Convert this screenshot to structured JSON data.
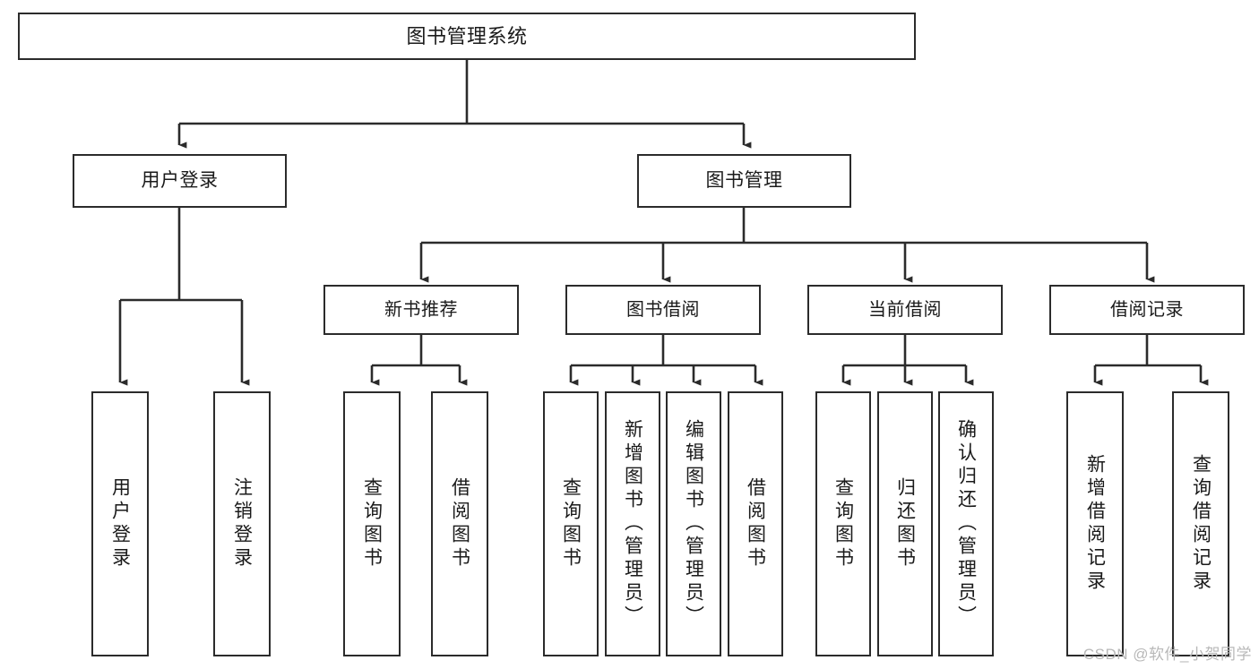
{
  "diagram": {
    "title": "图书管理系统",
    "type": "tree-hierarchy",
    "watermark": "CSDN @软件_小贺同学",
    "colors": {
      "stroke": "#2b2b2b",
      "fill": "#ffffff",
      "text": "#1a1a1a",
      "watermark": "#b8b8b8"
    },
    "root": {
      "label": "图书管理系统"
    },
    "level2": [
      {
        "label": "用户登录"
      },
      {
        "label": "图书管理"
      }
    ],
    "level3": [
      {
        "label": "新书推荐"
      },
      {
        "label": "图书借阅"
      },
      {
        "label": "当前借阅"
      },
      {
        "label": "借阅记录"
      }
    ],
    "leaves": {
      "user_login": [
        {
          "label": "用户登录"
        },
        {
          "label": "注销登录"
        }
      ],
      "new_book": [
        {
          "label": "查询图书"
        },
        {
          "label": "借阅图书"
        }
      ],
      "book_borrow": [
        {
          "label": "查询图书"
        },
        {
          "label": "新增图书（管理员）"
        },
        {
          "label": "编辑图书（管理员）"
        },
        {
          "label": "借阅图书"
        }
      ],
      "current_borrow": [
        {
          "label": "查询图书"
        },
        {
          "label": "归还图书"
        },
        {
          "label": "确认归还（管理员）"
        }
      ],
      "borrow_record": [
        {
          "label": "新增借阅记录"
        },
        {
          "label": "查询借阅记录"
        }
      ]
    }
  }
}
